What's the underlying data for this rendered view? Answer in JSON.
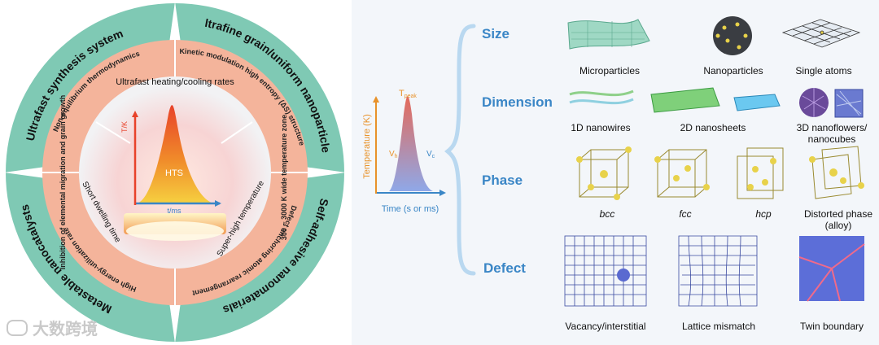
{
  "wheel": {
    "sectors": [
      {
        "title": "Ultrafast synthesis system",
        "inner": "Non-equilibrium thermodynamics"
      },
      {
        "title": "Ultrafine grain/uniform nanoparticles",
        "inner": "Kinetic modulation high entropy (ΔS) structure"
      },
      {
        "title": "Self-adhesive nanomaterials",
        "inner": "Defect anchoring atomic rearrangement"
      },
      {
        "title": "Metastable nanocatalysts",
        "inner": "High energy-utilization rate"
      }
    ],
    "left_inner": "Inhibition of elemental migration and grain growth",
    "right_inner": "300 ~ 3000 K wide temperature zone",
    "center_title": "Ultrafast heating/cooling rates",
    "short_dwelling": "Short dwelling time",
    "super_high": "Super-high temperature",
    "hts": "HTS",
    "y_axis": "T/K",
    "x_axis": "t/ms"
  },
  "watermark": "大数跨境",
  "plot": {
    "peak": "T",
    "peak_sub": "peak",
    "vh": "V",
    "vh_sub": "h",
    "vc": "V",
    "vc_sub": "c",
    "y_axis": "Temperature (K)",
    "x_axis": "Time (s or ms)"
  },
  "rows": {
    "size": {
      "title": "Size",
      "items": [
        "Microparticles",
        "Nanoparticles",
        "Single atoms"
      ]
    },
    "dimension": {
      "title": "Dimension",
      "items": [
        "1D nanowires",
        "2D nanosheets",
        "3D nanoflowers/ nanocubes"
      ]
    },
    "phase": {
      "title": "Phase",
      "items": [
        "bcc",
        "fcc",
        "hcp",
        "Distorted phase (alloy)"
      ]
    },
    "defect": {
      "title": "Defect",
      "items": [
        "Vacancy/interstitial",
        "Lattice mismatch",
        "Twin boundary"
      ]
    }
  },
  "colors": {
    "teal": "#7fc9b4",
    "salmon": "#f4b49b",
    "title_blue": "#3a86c6",
    "gold": "#e8d24a"
  }
}
